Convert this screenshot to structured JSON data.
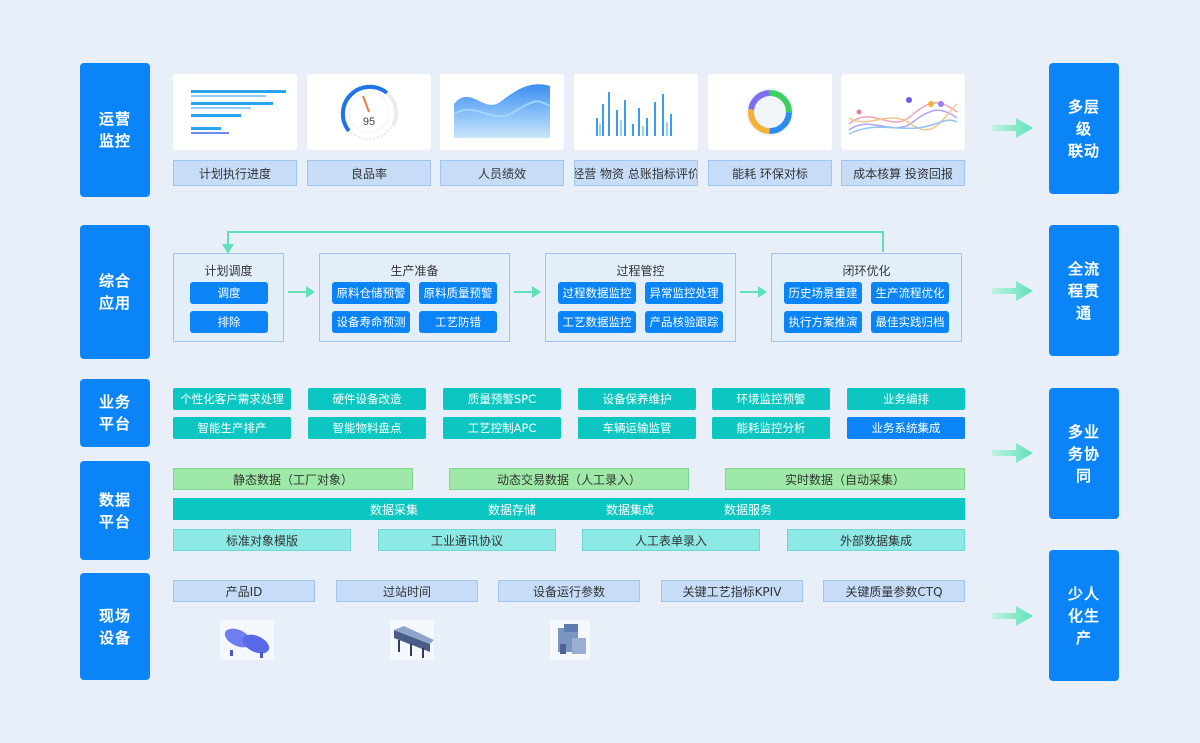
{
  "left_labels": {
    "ops": [
      "运营",
      "监控"
    ],
    "app": [
      "综合",
      "应用"
    ],
    "biz": [
      "业务",
      "平台"
    ],
    "data": [
      "数据",
      "平台"
    ],
    "site": [
      "现场",
      "设备"
    ]
  },
  "right_labels": {
    "r1": [
      "多层",
      "级",
      "联动"
    ],
    "r2": [
      "全流",
      "程贯",
      "通"
    ],
    "r3": [
      "多业",
      "务协",
      "同"
    ],
    "r4": [
      "少人",
      "化生",
      "产"
    ]
  },
  "monitor_cards": [
    "计划执行进度",
    "良品率",
    "人员绩效",
    "经营 物资 总账指标评价",
    "能耗 环保对标",
    "成本核算 投资回报"
  ],
  "gauge_value": "95",
  "colors": {
    "primary": "#0a84f7",
    "teal": "#0cc7c1",
    "green": "#9ee9a7",
    "arrow": "#6fe3bd",
    "background": "#e9eff8"
  },
  "stages": [
    {
      "title": "计划调度",
      "items": [
        "调度",
        "排除"
      ]
    },
    {
      "title": "生产准备",
      "items": [
        "原料仓储预警",
        "原料质量预警",
        "设备寿命预测",
        "工艺防错"
      ]
    },
    {
      "title": "过程管控",
      "items": [
        "过程数据监控",
        "异常监控处理",
        "工艺数据监控",
        "产品核验跟踪"
      ]
    },
    {
      "title": "闭环优化",
      "items": [
        "历史场景重建",
        "生产流程优化",
        "执行方案推演",
        "最佳实践归档"
      ]
    }
  ],
  "business_row1": [
    "个性化客户需求处理",
    "硬件设备改造",
    "质量预警SPC",
    "设备保养维护",
    "环境监控预警",
    "业务编排"
  ],
  "business_row2": [
    "智能生产排产",
    "智能物料盘点",
    "工艺控制APC",
    "车辆运输监管",
    "能耗监控分析",
    "业务系统集成"
  ],
  "data_sources": [
    "静态数据（工厂对象）",
    "动态交易数据（人工录入）",
    "实时数据（自动采集）"
  ],
  "data_services": [
    "数据采集",
    "数据存储",
    "数据集成",
    "数据服务"
  ],
  "data_standards": [
    "标准对象模版",
    "工业通讯协议",
    "人工表单录入",
    "外部数据集成"
  ],
  "site_fields": [
    "产品ID",
    "过站时间",
    "设备运行参数",
    "关键工艺指标KPIV",
    "关键质量参数CTQ"
  ],
  "equipment_icons": [
    "tank-equipment-icon",
    "conveyor-equipment-icon",
    "machine-equipment-icon"
  ]
}
